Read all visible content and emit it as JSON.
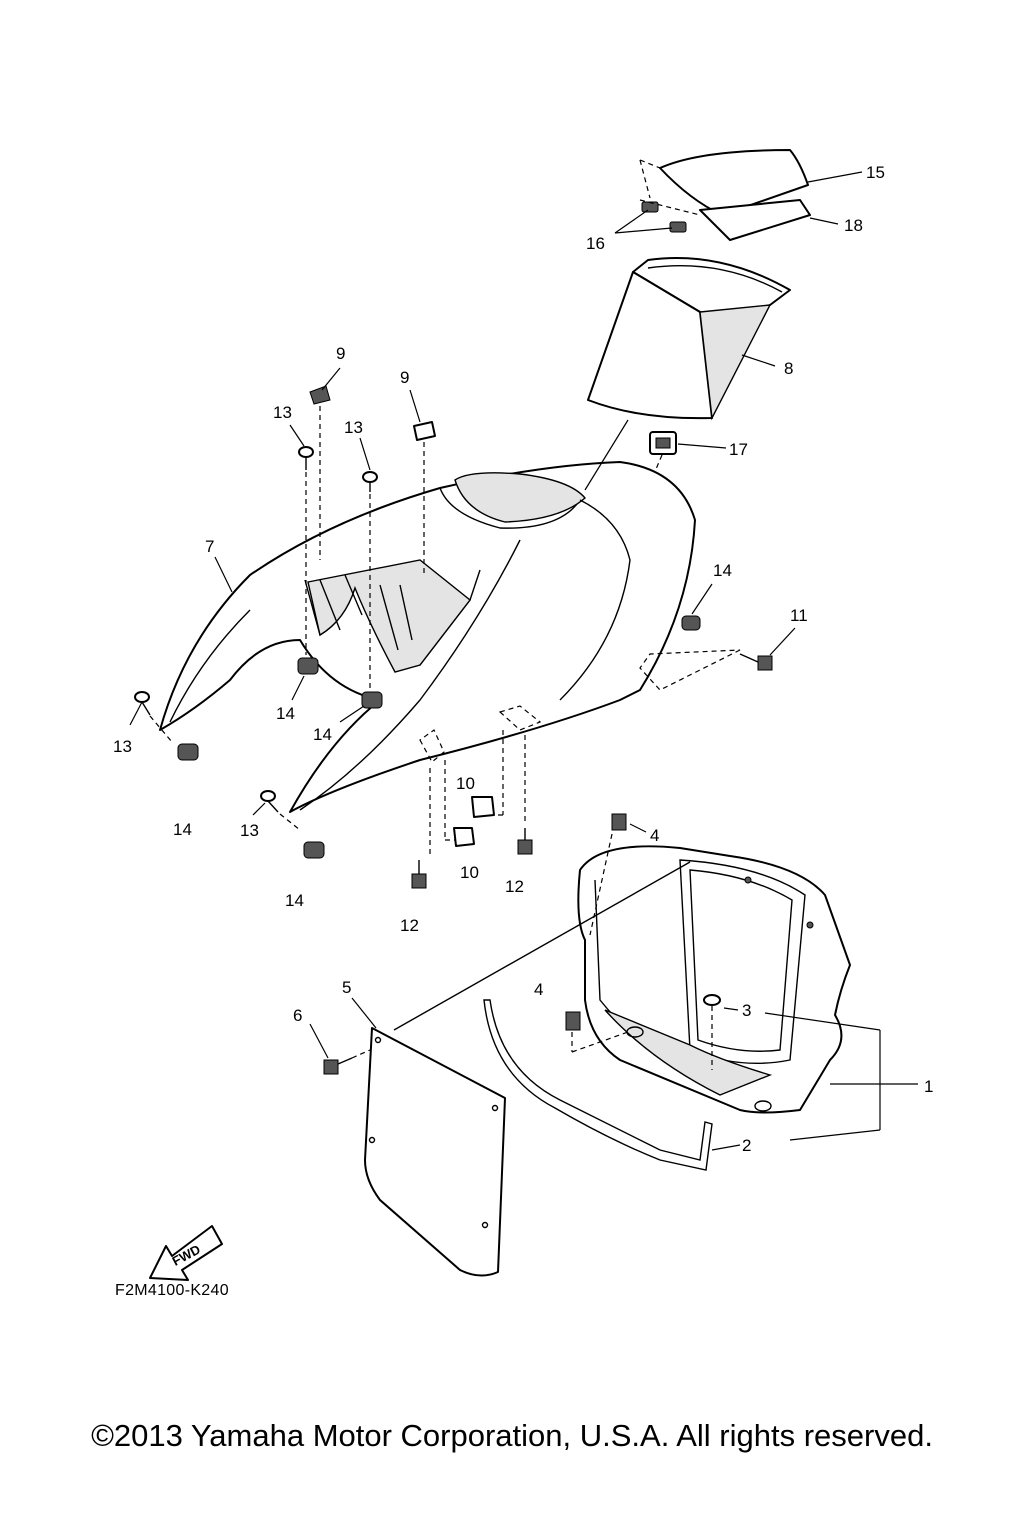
{
  "diagram": {
    "callouts": {
      "c15": "15",
      "c18": "18",
      "c16": "16",
      "c8": "8",
      "c9a": "9",
      "c9b": "9",
      "c13a": "13",
      "c13b": "13",
      "c13c": "13",
      "c13d": "13",
      "c17": "17",
      "c7": "7",
      "c14a": "14",
      "c14b": "14",
      "c14c": "14",
      "c14d": "14",
      "c14e": "14",
      "c11": "11",
      "c10a": "10",
      "c10b": "10",
      "c4a": "4",
      "c4b": "4",
      "c12a": "12",
      "c12b": "12",
      "c5": "5",
      "c6": "6",
      "c3": "3",
      "c1": "1",
      "c2": "2"
    },
    "fwd_label": "FWD",
    "diagram_code": "F2M4100-K240"
  },
  "footer": {
    "copyright": "©2013 Yamaha Motor Corporation, U.S.A. All rights reserved."
  }
}
